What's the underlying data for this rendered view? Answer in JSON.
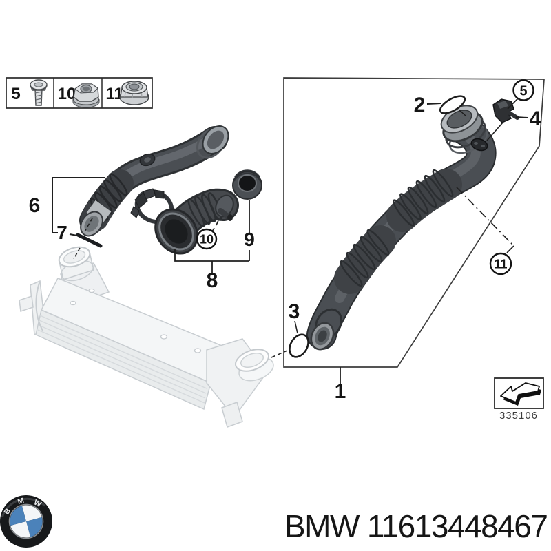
{
  "colors": {
    "hose_dark": "#4a4e53",
    "hose_shadow": "#2a2d30",
    "faded_part": "#c9ced3",
    "line": "#1f1f1f",
    "bmw_blue": "#4b82ba"
  },
  "legend": {
    "items": [
      {
        "number": "5",
        "icon": "screw-icon"
      },
      {
        "number": "10",
        "icon": "flange-nut-icon"
      },
      {
        "number": "11",
        "icon": "lock-nut-icon"
      }
    ]
  },
  "callouts": {
    "charge_air_hose": "1",
    "oring_upper": "2",
    "oring_lower": "3",
    "sensor": "4",
    "screw_circled": "5",
    "pipe_left": "6",
    "profile_gasket": "7",
    "elbow_assembly": "8",
    "rubber_sleeve": "9",
    "nut_circled": "10",
    "clamp_circled": "11"
  },
  "stamp": {
    "code": "335106"
  },
  "footer": {
    "brand": "BMW",
    "part_number": "11613448467",
    "logo_letters": [
      "B",
      "M",
      "W"
    ]
  }
}
